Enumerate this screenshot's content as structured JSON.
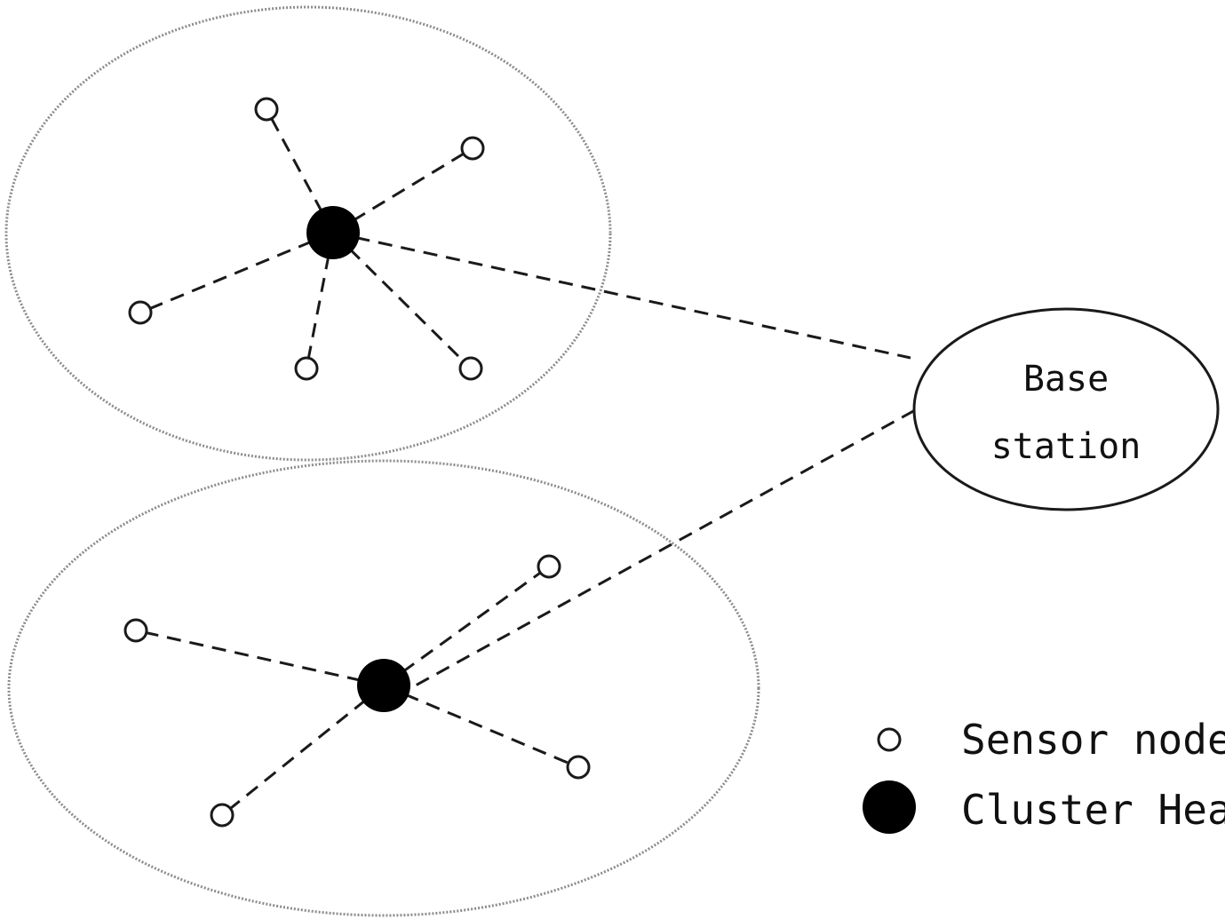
{
  "diagram": {
    "base_station": {
      "label_line1": "Base",
      "label_line2": "station"
    },
    "legend": {
      "sensor_node_label": "Sensor node",
      "cluster_head_label": "Cluster Head"
    },
    "clusters": [
      {
        "name": "upper-cluster",
        "sensor_nodes": 5,
        "cluster_heads": 1
      },
      {
        "name": "lower-cluster",
        "sensor_nodes": 4,
        "cluster_heads": 1
      }
    ]
  }
}
